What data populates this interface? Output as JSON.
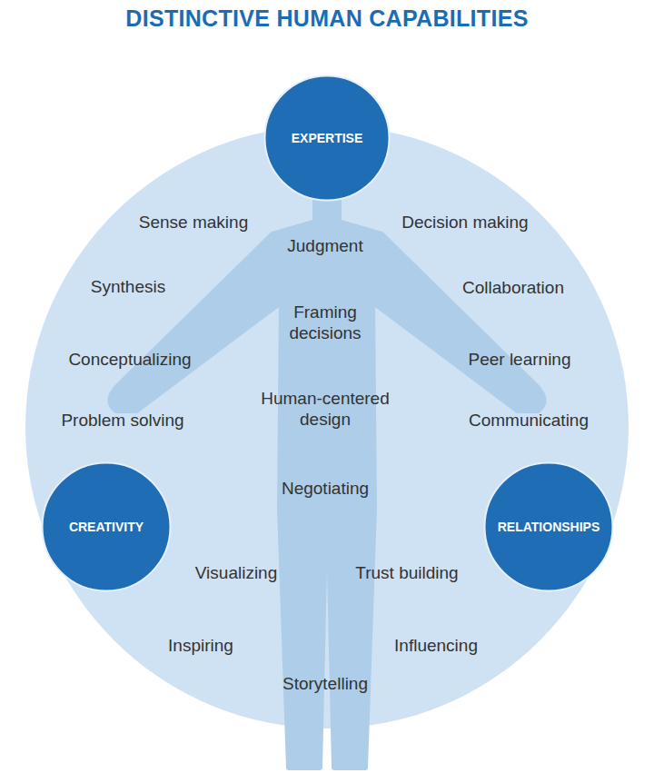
{
  "diagram": {
    "title": "DISTINCTIVE HUMAN CAPABILITIES",
    "nodes": [
      {
        "text": [
          "EXPERTISE"
        ]
      },
      {
        "text": [
          "CREATIVITY"
        ]
      },
      {
        "text": [
          "RELATIONSHIPS"
        ]
      }
    ],
    "labels": [
      "Sense making",
      "Decision making",
      "Judgment",
      "Synthesis",
      "Collaboration",
      "Framing decisions",
      "Conceptualizing",
      "Peer learning",
      "Human-centered design",
      "Problem solving",
      "Communicating",
      "Negotiating",
      "Visualizing",
      "Trust building",
      "Inspiring",
      "Influencing",
      "Storytelling"
    ]
  }
}
